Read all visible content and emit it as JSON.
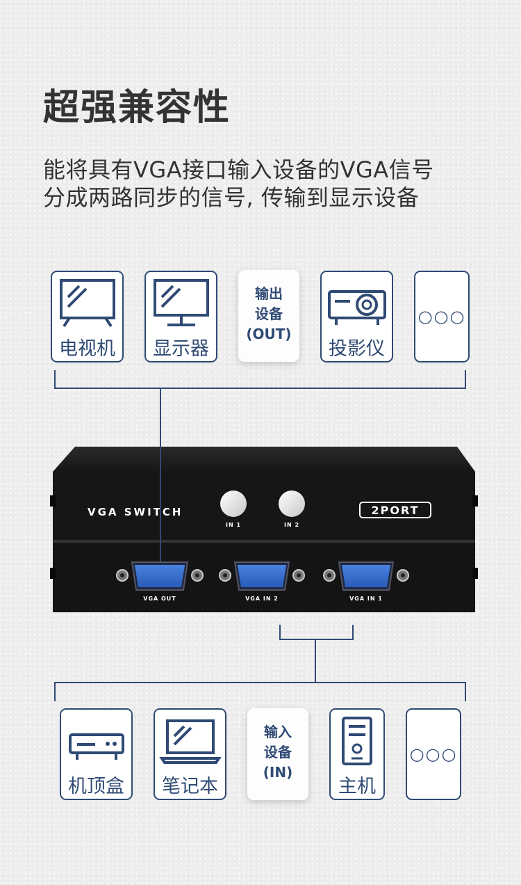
{
  "header": {
    "title": "超强兼容性",
    "desc_line1": "能将具有VGA接口输入设备的VGA信号",
    "desc_line2": "分成两路同步的信号, 传输到显示设备"
  },
  "outputs": {
    "tag": [
      "输出",
      "设备",
      "(OUT)"
    ],
    "items": [
      {
        "label": "电视机",
        "icon": "tv-icon"
      },
      {
        "label": "显示器",
        "icon": "monitor-icon"
      },
      {
        "label": "投影仪",
        "icon": "projector-icon"
      },
      {
        "label": "",
        "icon": "more-icon"
      }
    ]
  },
  "device": {
    "brand": "VGA SWITCH",
    "port_count": "2PORT",
    "buttons": [
      "IN 1",
      "IN 2"
    ],
    "ports": [
      "VGA OUT",
      "VGA IN 2",
      "VGA IN 1"
    ]
  },
  "inputs": {
    "tag": [
      "输入",
      "设备",
      "(IN)"
    ],
    "items": [
      {
        "label": "机顶盒",
        "icon": "set-top-box-icon"
      },
      {
        "label": "笔记本",
        "icon": "laptop-icon"
      },
      {
        "label": "主机",
        "icon": "pc-tower-icon"
      },
      {
        "label": "",
        "icon": "more-icon"
      }
    ]
  },
  "colors": {
    "accent": "#2f4a74",
    "port_blue": "#3b6fd0",
    "device_body": "#161616"
  }
}
